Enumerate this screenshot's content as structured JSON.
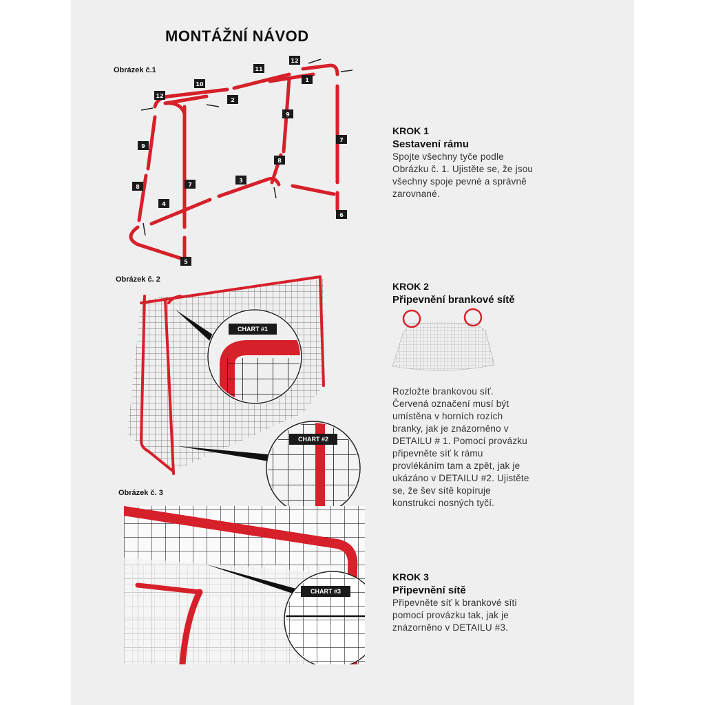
{
  "title": "MONTÁŽNÍ NÁVOD",
  "figures": {
    "fig1": "Obrázek č.1",
    "fig2": "Obrázek č. 2",
    "fig3": "Obrázek č. 3"
  },
  "part_numbers": [
    "11",
    "12",
    "10",
    "1",
    "2",
    "12",
    "9",
    "9",
    "7",
    "8",
    "8",
    "7",
    "3",
    "4",
    "6",
    "5"
  ],
  "charts": {
    "chart1": "CHART #1",
    "chart2": "CHART #2",
    "chart3": "CHART #3"
  },
  "steps": [
    {
      "heading": "KROK 1",
      "subheading": "Sestavení rámu",
      "lines": [
        "Spojte všechny tyče podle",
        "Obrázku č. 1. Ujistěte se, že jsou",
        "všechny spoje pevné a správně",
        "zarovnané."
      ]
    },
    {
      "heading": "KROK 2",
      "subheading": "Připevnění brankové sítě",
      "lines": [
        "Rozložte brankovou síť.",
        "Červená označení musí být",
        "umístěna v horních rozích",
        "branky, jak je znázorněno v",
        "DETAILU # 1. Pomocí provázku",
        "připevněte síť k rámu",
        "provlékáním tam a zpět, jak je",
        "ukázáno v DETAILU #2. Ujistěte",
        "se, že šev sítě kopíruje",
        "konstrukci nosných tyčí."
      ]
    },
    {
      "heading": "KROK 3",
      "subheading": "Připevnění sítě",
      "lines": [
        "Připevněte síť k brankové síti",
        "pomocí provázku tak, jak je",
        "znázorněno v DETAILU #3."
      ]
    }
  ],
  "colors": {
    "frame_red": "#d6202a",
    "background": "#efefef",
    "net": "#1a1a1a"
  }
}
